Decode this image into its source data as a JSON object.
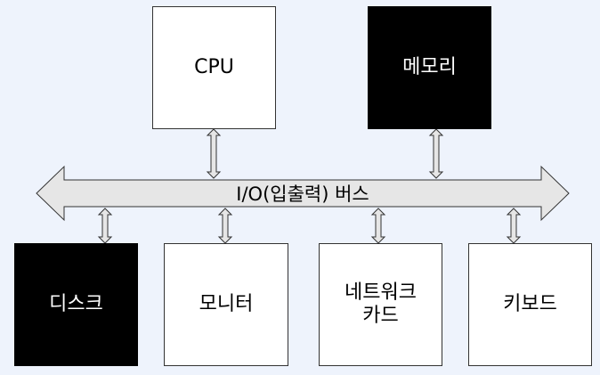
{
  "bus": {
    "label": "I/O(입출력) 버스"
  },
  "components": {
    "cpu": {
      "label": "CPU"
    },
    "memory": {
      "label": "메모리"
    },
    "disk": {
      "label": "디스크"
    },
    "monitor": {
      "label": "모니터"
    },
    "nic": {
      "label": "네트워크\n카드"
    },
    "keyboard": {
      "label": "키보드"
    }
  },
  "colors": {
    "background": "#eef3fc",
    "bus_fill": "#e6e6e6",
    "dark_box": "#000000",
    "light_box": "#ffffff"
  }
}
